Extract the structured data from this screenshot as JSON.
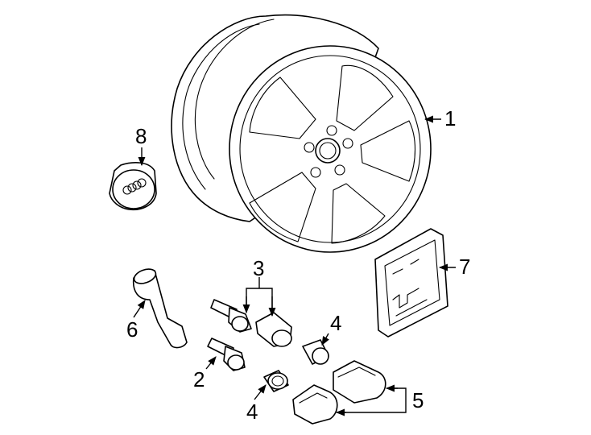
{
  "colors": {
    "stroke": "#000000",
    "background": "#ffffff"
  },
  "callouts": {
    "c1": "1",
    "c2": "2",
    "c3": "3",
    "c4a": "4",
    "c4b": "4",
    "c5": "5",
    "c6": "6",
    "c7": "7",
    "c8": "8"
  }
}
